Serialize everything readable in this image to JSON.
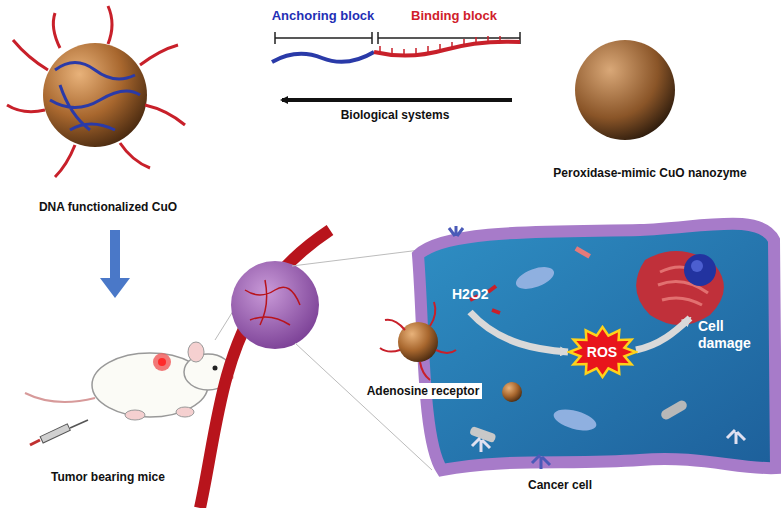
{
  "diagram": {
    "nodes": [
      {
        "text": [
          "ROS"
        ]
      }
    ],
    "labels": [
      "Anchoring block",
      "Binding block",
      "Biological systems",
      "Peroxidase-mimic CuO nanozyme",
      "DNA functionalized CuO",
      "H2O2",
      "Cell damage",
      "Adenosine receptor",
      "Tumor bearing mice",
      "Cancer cell"
    ]
  }
}
